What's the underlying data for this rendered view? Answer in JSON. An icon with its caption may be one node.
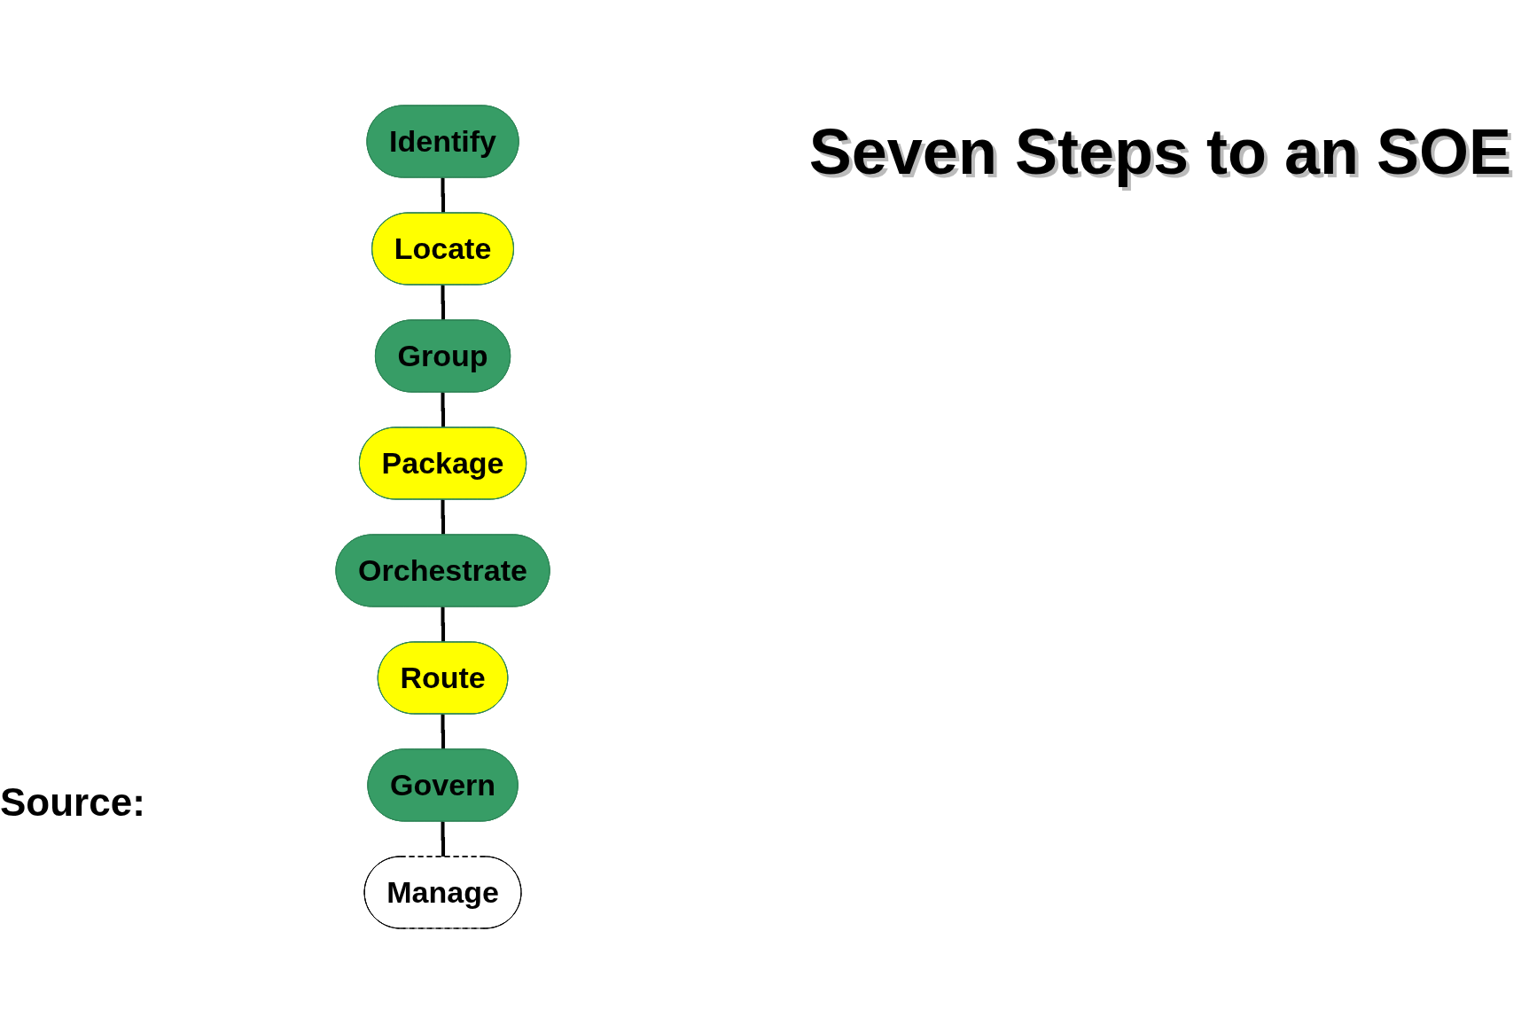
{
  "diagram": {
    "title": "Seven Steps to an SOE",
    "nodes": [
      {
        "text": [
          "Identify"
        ]
      },
      {
        "text": [
          "Locate"
        ]
      },
      {
        "text": [
          "Group"
        ]
      },
      {
        "text": [
          "Package"
        ]
      },
      {
        "text": [
          "Orchestrate"
        ]
      },
      {
        "text": [
          "Route"
        ]
      },
      {
        "text": [
          "Govern"
        ]
      },
      {
        "text": [
          "Manage"
        ]
      }
    ],
    "edges": [
      {
        "from": 0,
        "to": 1,
        "arrow": "none"
      },
      {
        "from": 1,
        "to": 2,
        "arrow": "none"
      },
      {
        "from": 2,
        "to": 3,
        "arrow": "none"
      },
      {
        "from": 3,
        "to": 4,
        "arrow": "none"
      },
      {
        "from": 4,
        "to": 5,
        "arrow": "none"
      },
      {
        "from": 5,
        "to": 6,
        "arrow": "none"
      },
      {
        "from": 6,
        "to": 7,
        "arrow": "none"
      }
    ],
    "labels": [
      "Source:"
    ]
  }
}
